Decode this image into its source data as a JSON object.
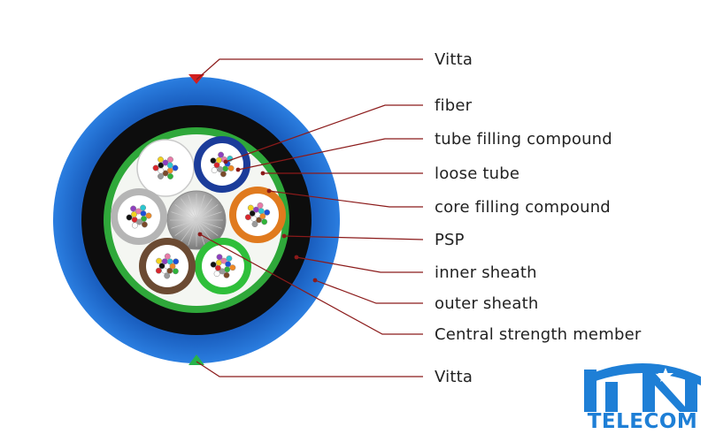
{
  "labels": {
    "vitta_top": "Vitta",
    "fiber": "fiber",
    "tube_filling_compound": "tube filling compound",
    "loose_tube": "loose tube",
    "core_filling_compound": "core filling compound",
    "psp": "PSP",
    "inner_sheath": "inner sheath",
    "outer_sheath": "outer sheath",
    "central_strength_member": "Central strength member",
    "vitta_bottom": "Vitta"
  },
  "logo": {
    "text": "TELECOM",
    "mark": "HN"
  },
  "colors": {
    "outer_sheath": "#1f6fd0",
    "inner_sheath": "#0d0d0d",
    "psp": "#2fa83a",
    "leader_line": "#8b1a1a",
    "vitta_top_marker": "#d21f1f",
    "vitta_bottom_marker": "#27b34a",
    "logo_blue": "#1e7fd6",
    "tube_colors": [
      "#ffffff",
      "#1b3c9a",
      "#e07a1e",
      "#2fbf3a",
      "#6b4a32",
      "#b5b5b5"
    ]
  }
}
